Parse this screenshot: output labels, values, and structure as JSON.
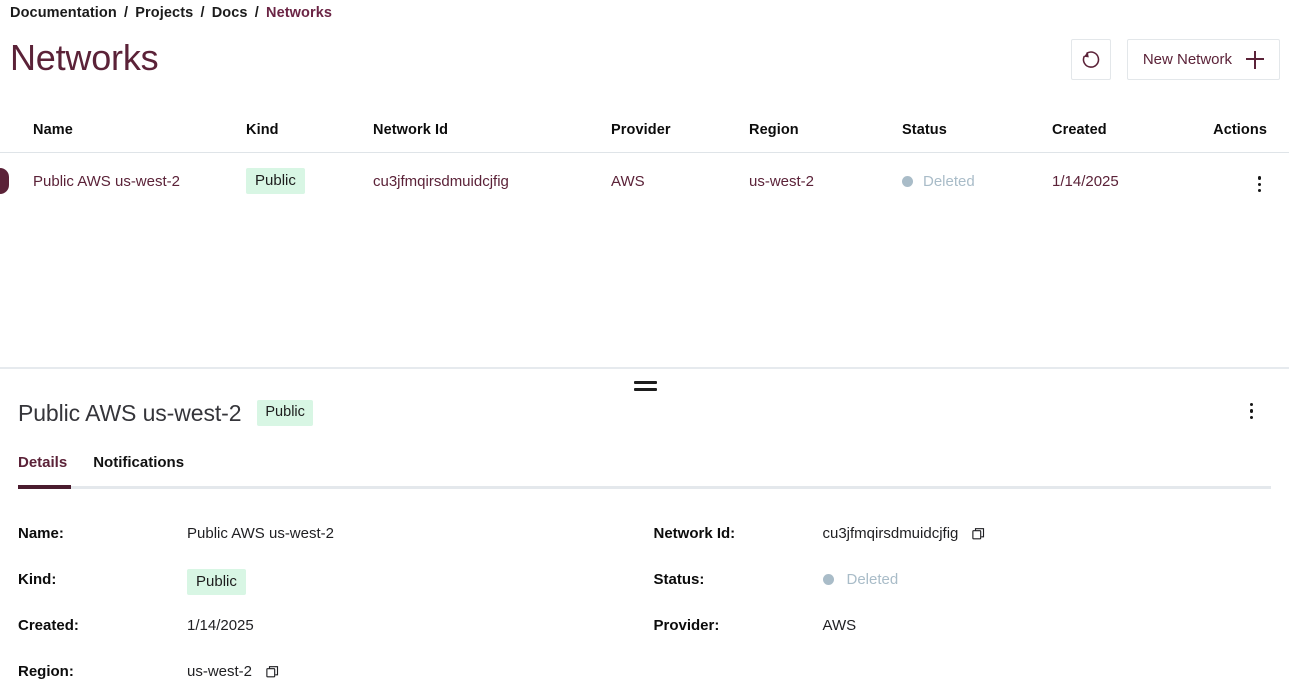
{
  "breadcrumb": {
    "items": [
      {
        "label": "Documentation",
        "current": false
      },
      {
        "label": "Projects",
        "current": false
      },
      {
        "label": "Docs",
        "current": false
      },
      {
        "label": "Networks",
        "current": true
      }
    ],
    "separator": "/"
  },
  "header": {
    "title": "Networks",
    "refresh_icon": "refresh-icon",
    "new_network_label": "New Network",
    "plus_icon": "plus-icon"
  },
  "table": {
    "columns": [
      "Name",
      "Kind",
      "Network Id",
      "Provider",
      "Region",
      "Status",
      "Created",
      "Actions"
    ],
    "rows": [
      {
        "name": "Public AWS us-west-2",
        "kind": "Public",
        "network_id": "cu3jfmqirsdmuidcjfig",
        "provider": "AWS",
        "region": "us-west-2",
        "status": "Deleted",
        "created": "1/14/2025",
        "actions_icon": "kebab-menu-icon"
      }
    ]
  },
  "splitter": {
    "handle_icon": "drag-handle-icon"
  },
  "detail": {
    "title": "Public AWS us-west-2",
    "badge": "Public",
    "actions_icon": "kebab-menu-icon",
    "tabs": [
      {
        "label": "Details",
        "active": true
      },
      {
        "label": "Notifications",
        "active": false
      }
    ],
    "fields": [
      {
        "left": {
          "label": "Name:",
          "value": "Public AWS us-west-2",
          "type": "text"
        },
        "right": {
          "label": "Network Id:",
          "value": "cu3jfmqirsdmuidcjfig",
          "type": "copyable",
          "copy_icon": "copy-icon"
        }
      },
      {
        "left": {
          "label": "Kind:",
          "value": "Public",
          "type": "badge"
        },
        "right": {
          "label": "Status:",
          "value": "Deleted",
          "type": "status"
        }
      },
      {
        "left": {
          "label": "Created:",
          "value": "1/14/2025",
          "type": "text"
        },
        "right": {
          "label": "Provider:",
          "value": "AWS",
          "type": "text"
        }
      },
      {
        "left": {
          "label": "Region:",
          "value": "us-west-2",
          "type": "copyable",
          "copy_icon": "copy-icon"
        },
        "right": {
          "label": "",
          "value": "",
          "type": "empty"
        }
      }
    ]
  },
  "colors": {
    "accent": "#5b2238",
    "accent_dark": "#4a1c2e",
    "badge_bg": "#d8f6e4",
    "status_muted": "#a9bcc8",
    "border": "#e3e7ea"
  }
}
